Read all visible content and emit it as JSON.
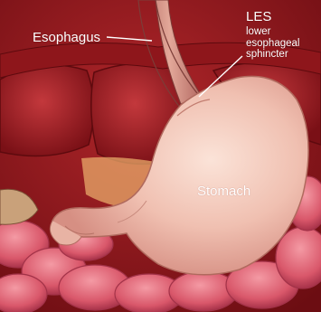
{
  "labels": {
    "esophagus": "Esophagus",
    "les_abbrev": "LES",
    "les_description": "lower esophageal sphincter",
    "stomach": "Stomach"
  },
  "colors": {
    "background": "#9c1e22",
    "stomach_fill": "#f2c4b6",
    "intestine": "#e36a78",
    "label_text": "#ffffff"
  }
}
